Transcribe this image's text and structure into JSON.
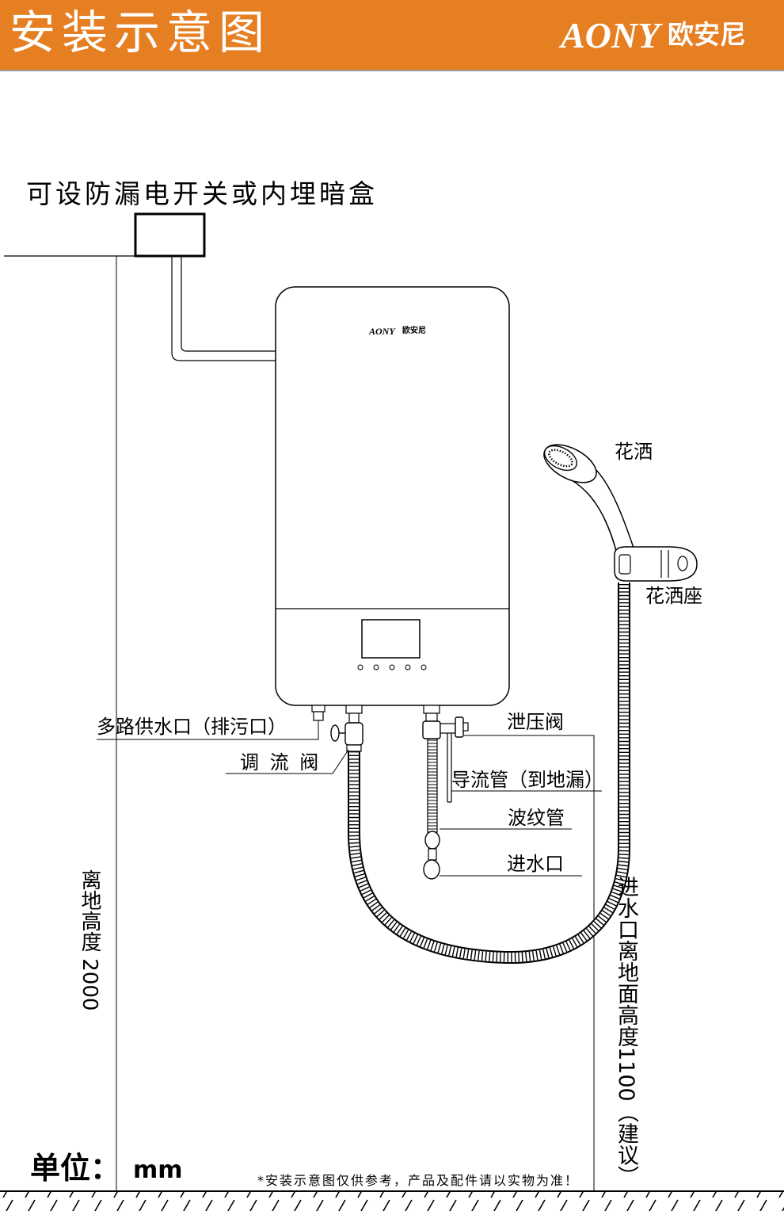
{
  "header": {
    "title": "安装示意图",
    "brand_latin": "AONY",
    "brand_cn": "欧安尼"
  },
  "device": {
    "logo_latin": "AONY",
    "logo_cn": "欧安尼"
  },
  "labels": {
    "switch_box": "可设防漏电开关或内埋暗盒",
    "shower_head": "花洒",
    "shower_holder": "花洒座",
    "multi_outlet": "多路供水口（排污口）",
    "flow_valve": "调 流 阀",
    "relief_valve": "泄压阀",
    "drain_pipe": "导流管（到地漏）",
    "bellows_pipe": "波纹管",
    "water_inlet": "进水口",
    "total_height": "离地高度 2000",
    "inlet_height": "进水口离地面高度1100（建议）"
  },
  "footer": {
    "unit_label": "单位：",
    "unit_value": "mm",
    "disclaimer": "*安装示意图仅供参考，产品及配件请以实物为准！"
  },
  "colors": {
    "header_bg": "#E67E22",
    "header_text": "#FFFFFF",
    "line": "#000000"
  }
}
